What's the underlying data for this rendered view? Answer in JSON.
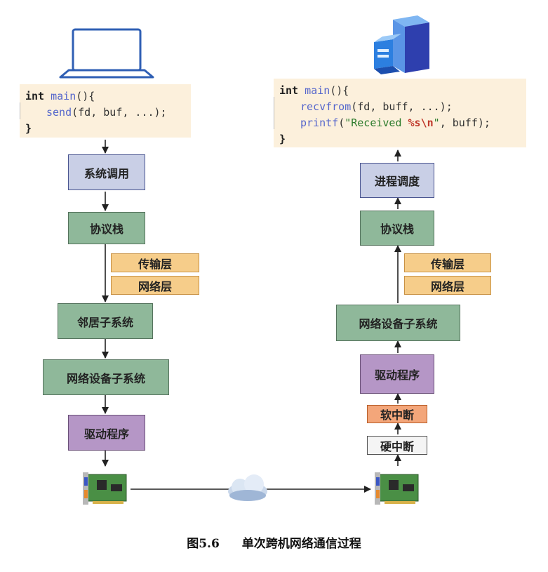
{
  "sender": {
    "code": {
      "line1_kw": "int",
      "line1_fn": "main",
      "line1_rest": "(){",
      "line2_fn": "send",
      "line2_rest": "(fd, buf, ...);",
      "line3": "}"
    },
    "steps": {
      "syscall": "系统调用",
      "protocol_stack": "协议栈",
      "transport_layer": "传输层",
      "network_layer": "网络层",
      "neighbor_subsystem": "邻居子系统",
      "netdev_subsystem": "网络设备子系统",
      "driver": "驱动程序"
    }
  },
  "receiver": {
    "code": {
      "line1_kw": "int",
      "line1_fn": "main",
      "line1_rest": "(){",
      "line2_fn": "recvfrom",
      "line2_rest": "(fd, buff, ...);",
      "line3_fn": "printf",
      "line3_open": "(",
      "line3_str1": "\"Received ",
      "line3_fmt": "%s\\n",
      "line3_str2": "\"",
      "line3_rest": ", buff);",
      "line4": "}"
    },
    "steps": {
      "scheduler": "进程调度",
      "protocol_stack": "协议栈",
      "transport_layer": "传输层",
      "network_layer": "网络层",
      "netdev_subsystem": "网络设备子系统",
      "driver": "驱动程序",
      "soft_irq": "软中断",
      "hard_irq": "硬中断"
    }
  },
  "caption": {
    "number": "图5.6",
    "title": "单次跨机网络通信过程"
  },
  "colors": {
    "code_bg": "#fcf0dc",
    "syscall": "#c9cfe6",
    "stack": "#8fb89a",
    "layer": "#f6cd8a",
    "driver": "#b596c6",
    "soft_irq": "#f3a67a",
    "hard_irq": "#f4f4f4"
  },
  "icons": [
    "laptop-icon",
    "server-icon",
    "nic-card-icon",
    "cloud-icon"
  ]
}
